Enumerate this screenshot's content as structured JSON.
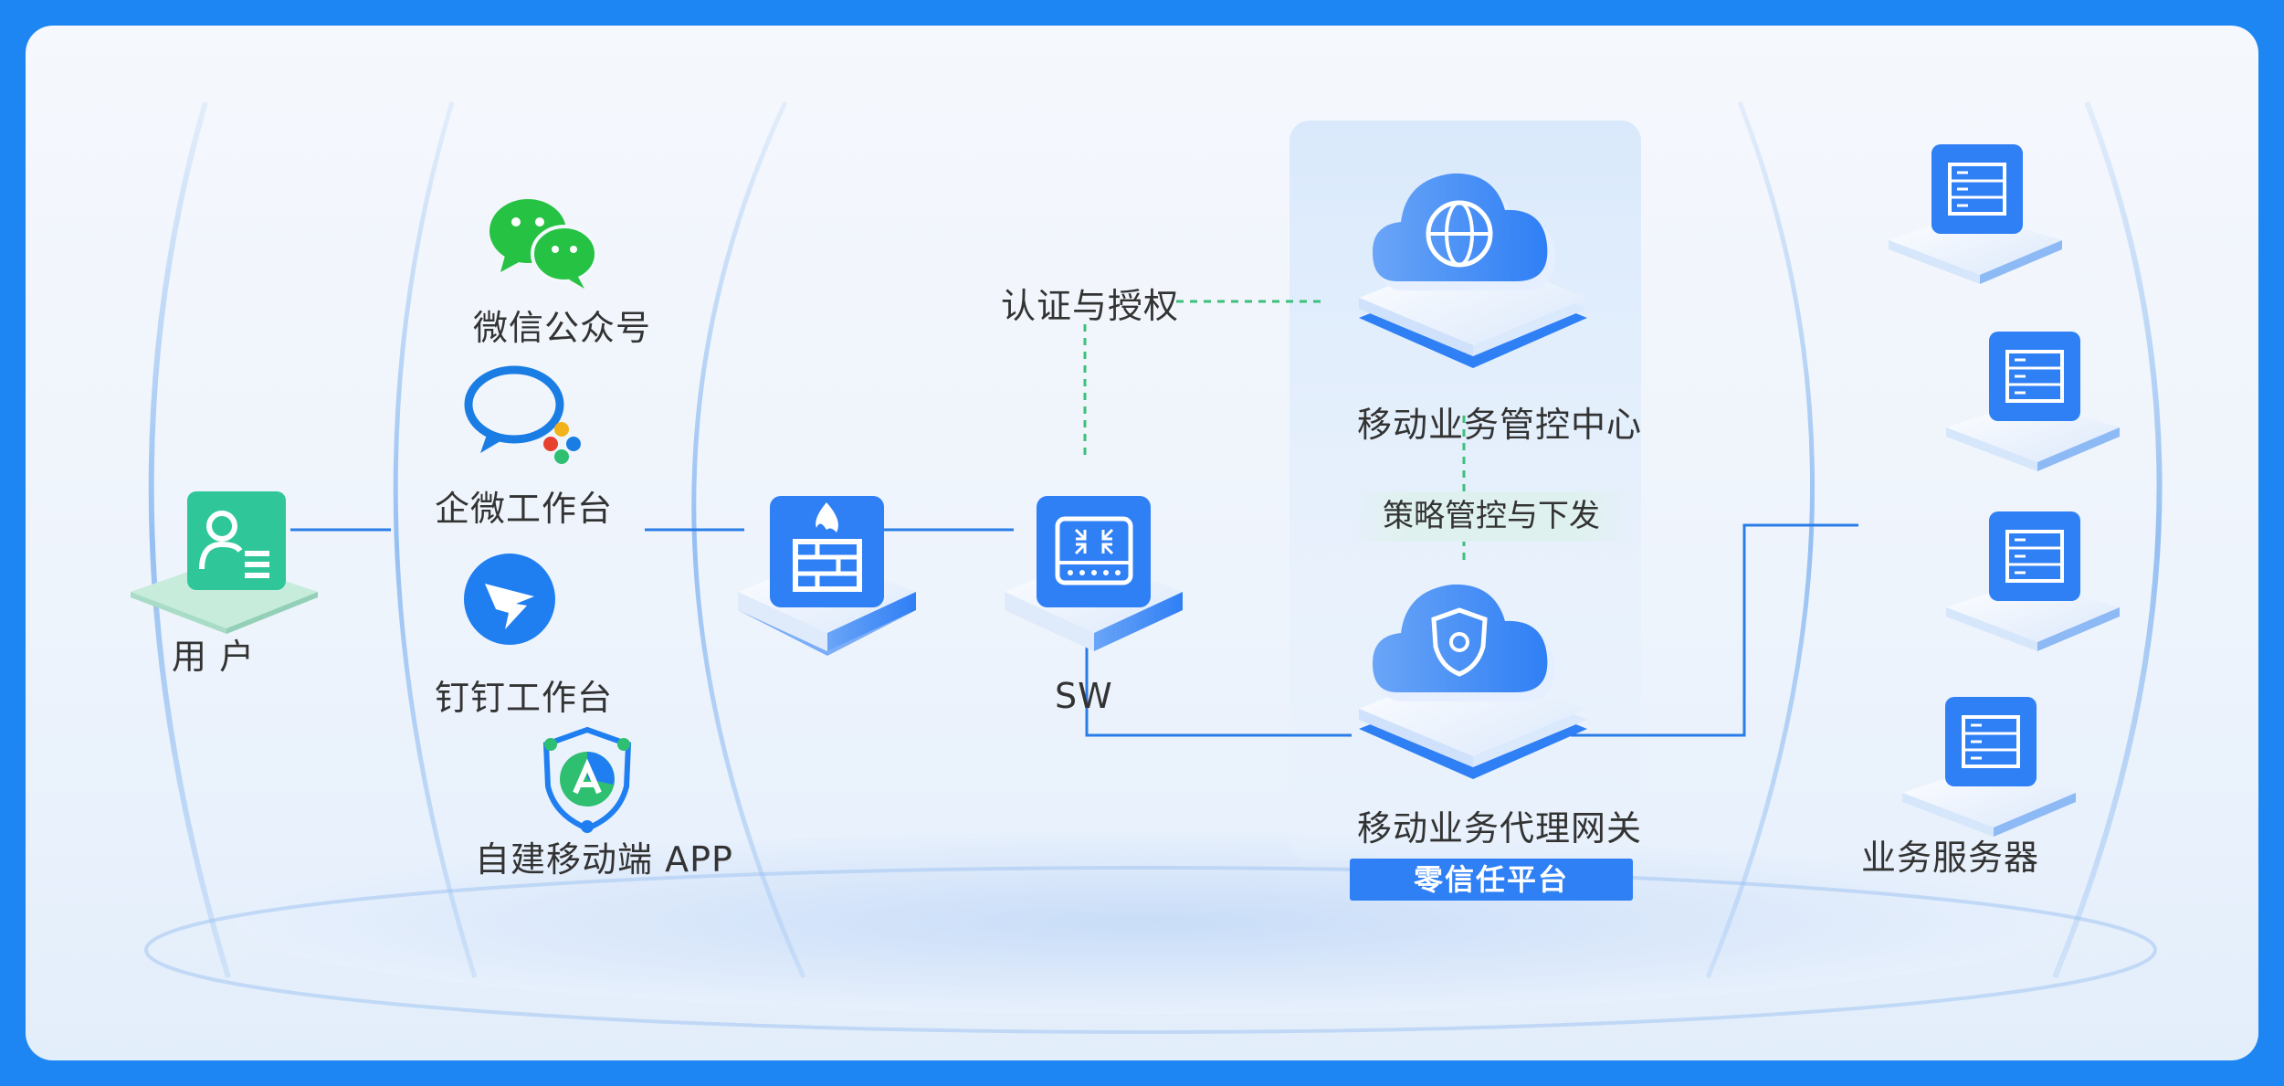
{
  "colors": {
    "frame": "#1e86f3",
    "line_blue": "#2a7de6",
    "line_green": "#3cc07a",
    "tag_bg": "#2f7ff5"
  },
  "user": {
    "label": "用 户",
    "icon": "user-card-icon"
  },
  "clients": [
    {
      "label": "微信公众号",
      "icon": "wechat-icon"
    },
    {
      "label": "企微工作台",
      "icon": "wecom-icon"
    },
    {
      "label": "钉钉工作台",
      "icon": "dingtalk-icon"
    },
    {
      "label": "自建移动端 APP",
      "icon": "custom-app-icon"
    }
  ],
  "firewall": {
    "icon": "firewall-icon"
  },
  "switch": {
    "label": "SW",
    "icon": "switch-icon"
  },
  "auth": {
    "label": "认证与授权"
  },
  "control_center": {
    "label": "移动业务管控中心",
    "icon": "cloud-globe-icon"
  },
  "policy": {
    "label": "策略管控与下发"
  },
  "gateway": {
    "label": "移动业务代理网关",
    "icon": "cloud-shield-icon"
  },
  "zero_trust": {
    "label": "零信任平台"
  },
  "servers": {
    "label": "业务服务器",
    "icon": "server-icon"
  }
}
